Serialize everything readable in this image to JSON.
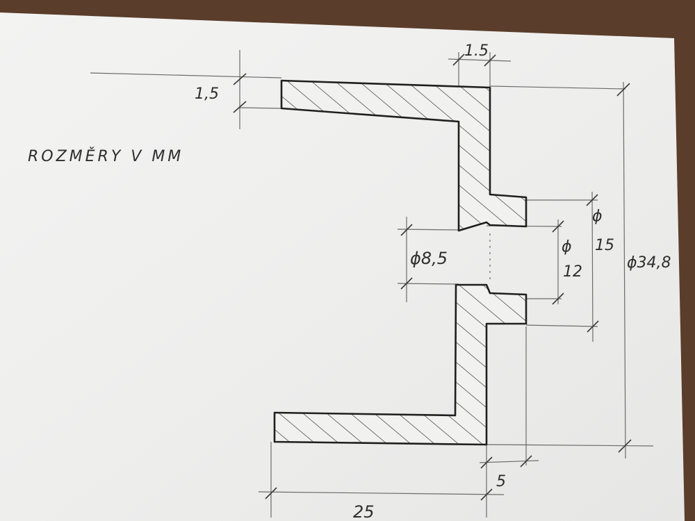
{
  "note": {
    "title": "ROZMĚRY V MM"
  },
  "dimensions": {
    "flange_thickness": "1,5",
    "wall_thickness": "1.5",
    "outer_diameter": "ϕ34,8",
    "boss_diameter_symbol": "ϕ",
    "boss_diameter_value": "15",
    "bore_diameter": "ϕ8,5",
    "groove_diameter_symbol": "ϕ",
    "groove_diameter_value": "12",
    "boss_length": "5",
    "overall_length": "25"
  },
  "colors": {
    "paper": "#f1f1f0",
    "table": "#5a3d2a",
    "pencil": "#2e2e2e"
  }
}
